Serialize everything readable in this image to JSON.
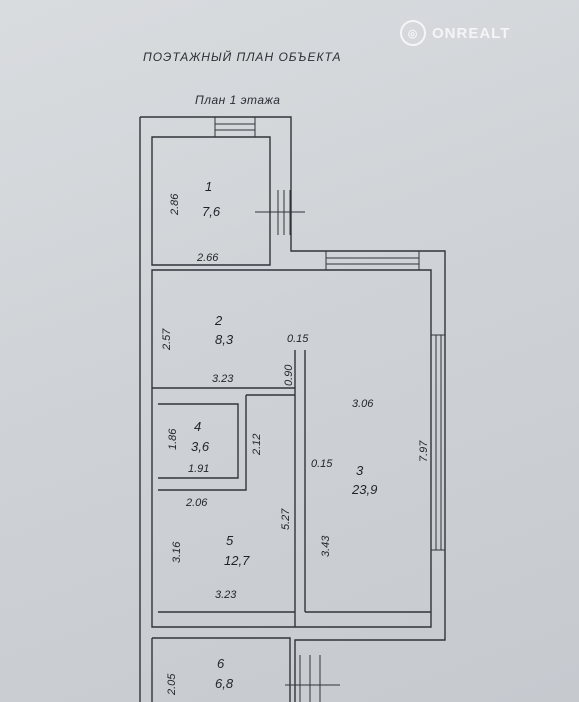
{
  "title": "ПОЭТАЖНЫЙ ПЛАН ОБЪЕКТА",
  "floor_title": "План 1 этажа",
  "watermark": "ONREALT",
  "rooms": [
    {
      "number": "1",
      "area": "7,6"
    },
    {
      "number": "2",
      "area": "8,3"
    },
    {
      "number": "3",
      "area": "23,9"
    },
    {
      "number": "4",
      "area": "3,6"
    },
    {
      "number": "5",
      "area": "12,7"
    },
    {
      "number": "6",
      "area": "6,8"
    }
  ],
  "dimensions": [
    "2.86",
    "2.66",
    "2.57",
    "3.23",
    "0.15",
    "0.90",
    "3.06",
    "7.97",
    "1.86",
    "1.91",
    "2.12",
    "0.15",
    "2.06",
    "5.27",
    "3.43",
    "3.16",
    "3.23",
    "2.05"
  ],
  "colors": {
    "line": "#30353b",
    "text": "#1f2328"
  }
}
